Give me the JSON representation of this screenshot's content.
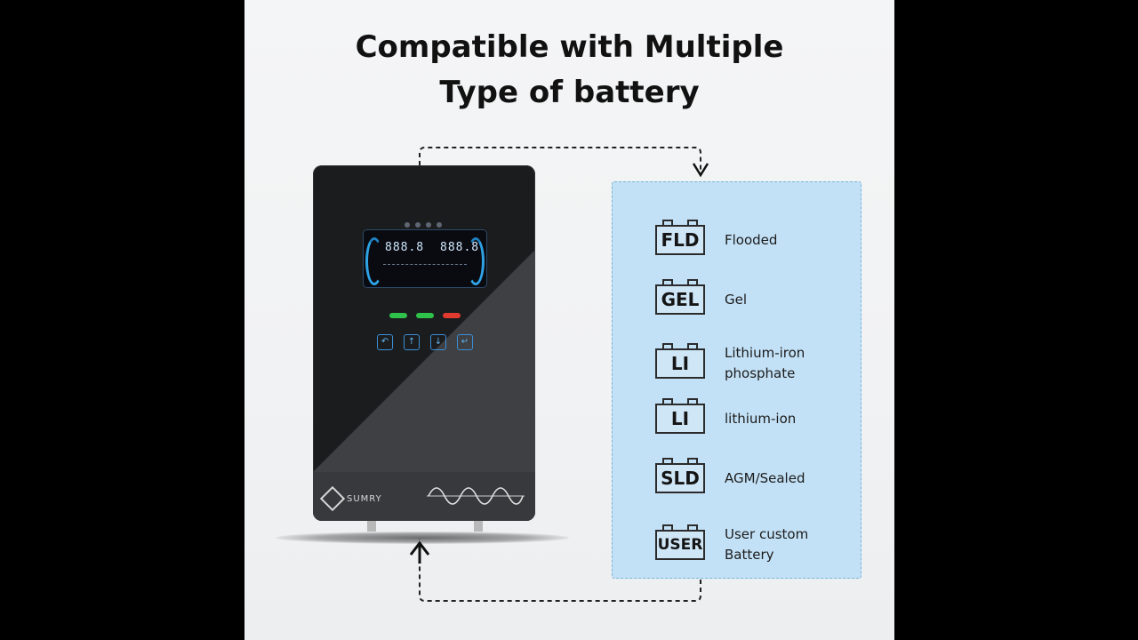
{
  "title": {
    "line1": "Compatible with Multiple",
    "line2": "Type of battery"
  },
  "device": {
    "brand": "SUMRY"
  },
  "batteries": [
    {
      "code": "FLD",
      "name": "Flooded"
    },
    {
      "code": "GEL",
      "name": "Gel"
    },
    {
      "code": "LI",
      "name": "Lithium-iron phosphate"
    },
    {
      "code": "LI",
      "name": "lithium-ion"
    },
    {
      "code": "SLD",
      "name": "AGM/Sealed"
    },
    {
      "code": "USER",
      "name": "User custom Battery"
    }
  ],
  "colors": {
    "panel_bg": "#c3e1f6",
    "panel_border": "#7bb4d6",
    "device_body": "#1b1c1e",
    "lcd_accent": "#2ea3e6"
  }
}
